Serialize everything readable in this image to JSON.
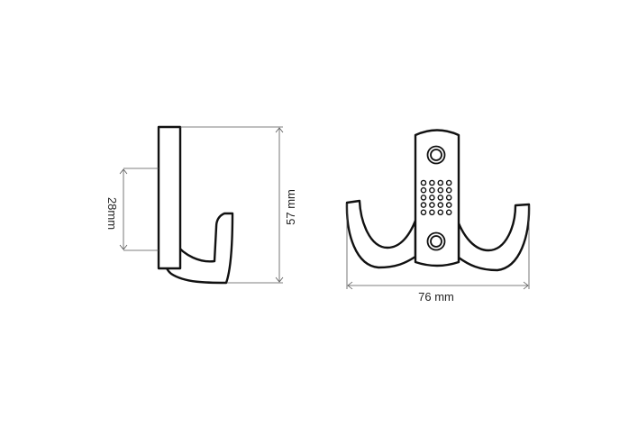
{
  "diagram": {
    "side_view": {
      "height_label": "57 mm",
      "hook_depth_label": "28mm"
    },
    "front_view": {
      "width_label": "76 mm",
      "screw_holes": 2,
      "dot_grid": {
        "columns": 4,
        "rows": 5
      }
    },
    "colors": {
      "outline": "#111111",
      "dimension": "#555555"
    }
  }
}
